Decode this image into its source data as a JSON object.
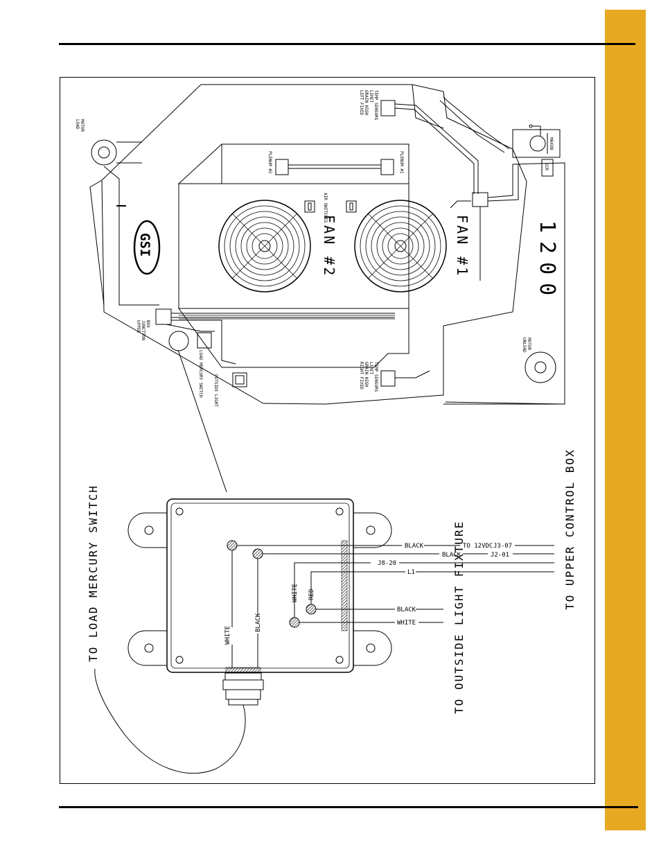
{
  "page": {
    "accent_color": "#e8a922"
  },
  "diagram": {
    "brand_logo": "GSI",
    "model": "1200",
    "fans": {
      "fan1": "FAN #1",
      "fan2": "FAN #2"
    },
    "plenums": {
      "p1": "PLENUM #1",
      "p2": "PLENUM #2"
    },
    "air_switches": "AIR SWITCHES",
    "left_sensors": [
      "LEFT FIXED",
      "GRAIN HIGH",
      "LIMIT",
      "TEMP SENSORS"
    ],
    "right_sensors": [
      "RIGHT FIXED",
      "GRAIN HIGH",
      "LIMIT",
      "TEMP SENSORS"
    ],
    "maxon": "MAXON",
    "scr": "SCR",
    "load_motor": [
      "LOAD",
      "MOTOR"
    ],
    "unload_motor": [
      "UNLOAD",
      "MOTOR"
    ],
    "upper_junction": [
      "UPPER",
      "JUNCTION",
      "BOX"
    ],
    "load_mercury_switch": "LOAD MERCURY SWITCH",
    "outside_light": "OUTSIDE LIGHT"
  },
  "wiring": {
    "to_load_mercury_switch": "TO LOAD MERCURY SWITCH",
    "to_outside_light_fixture": "TO OUTSIDE LIGHT FIXTURE",
    "to_upper_control_box": "TO UPPER CONTROL BOX",
    "white_1": "WHITE",
    "black_1": "BLACK",
    "white_2": "WHITE",
    "red": "RED",
    "black_a": "BLACK",
    "to_12vdc": "TO 12VDC",
    "j3_07": "J3-07",
    "black_b": "BLACK",
    "j2_01": "J2-01",
    "j8_20": "J8-20",
    "l1": "L1",
    "black_c": "BLACK",
    "white_c": "WHITE"
  }
}
